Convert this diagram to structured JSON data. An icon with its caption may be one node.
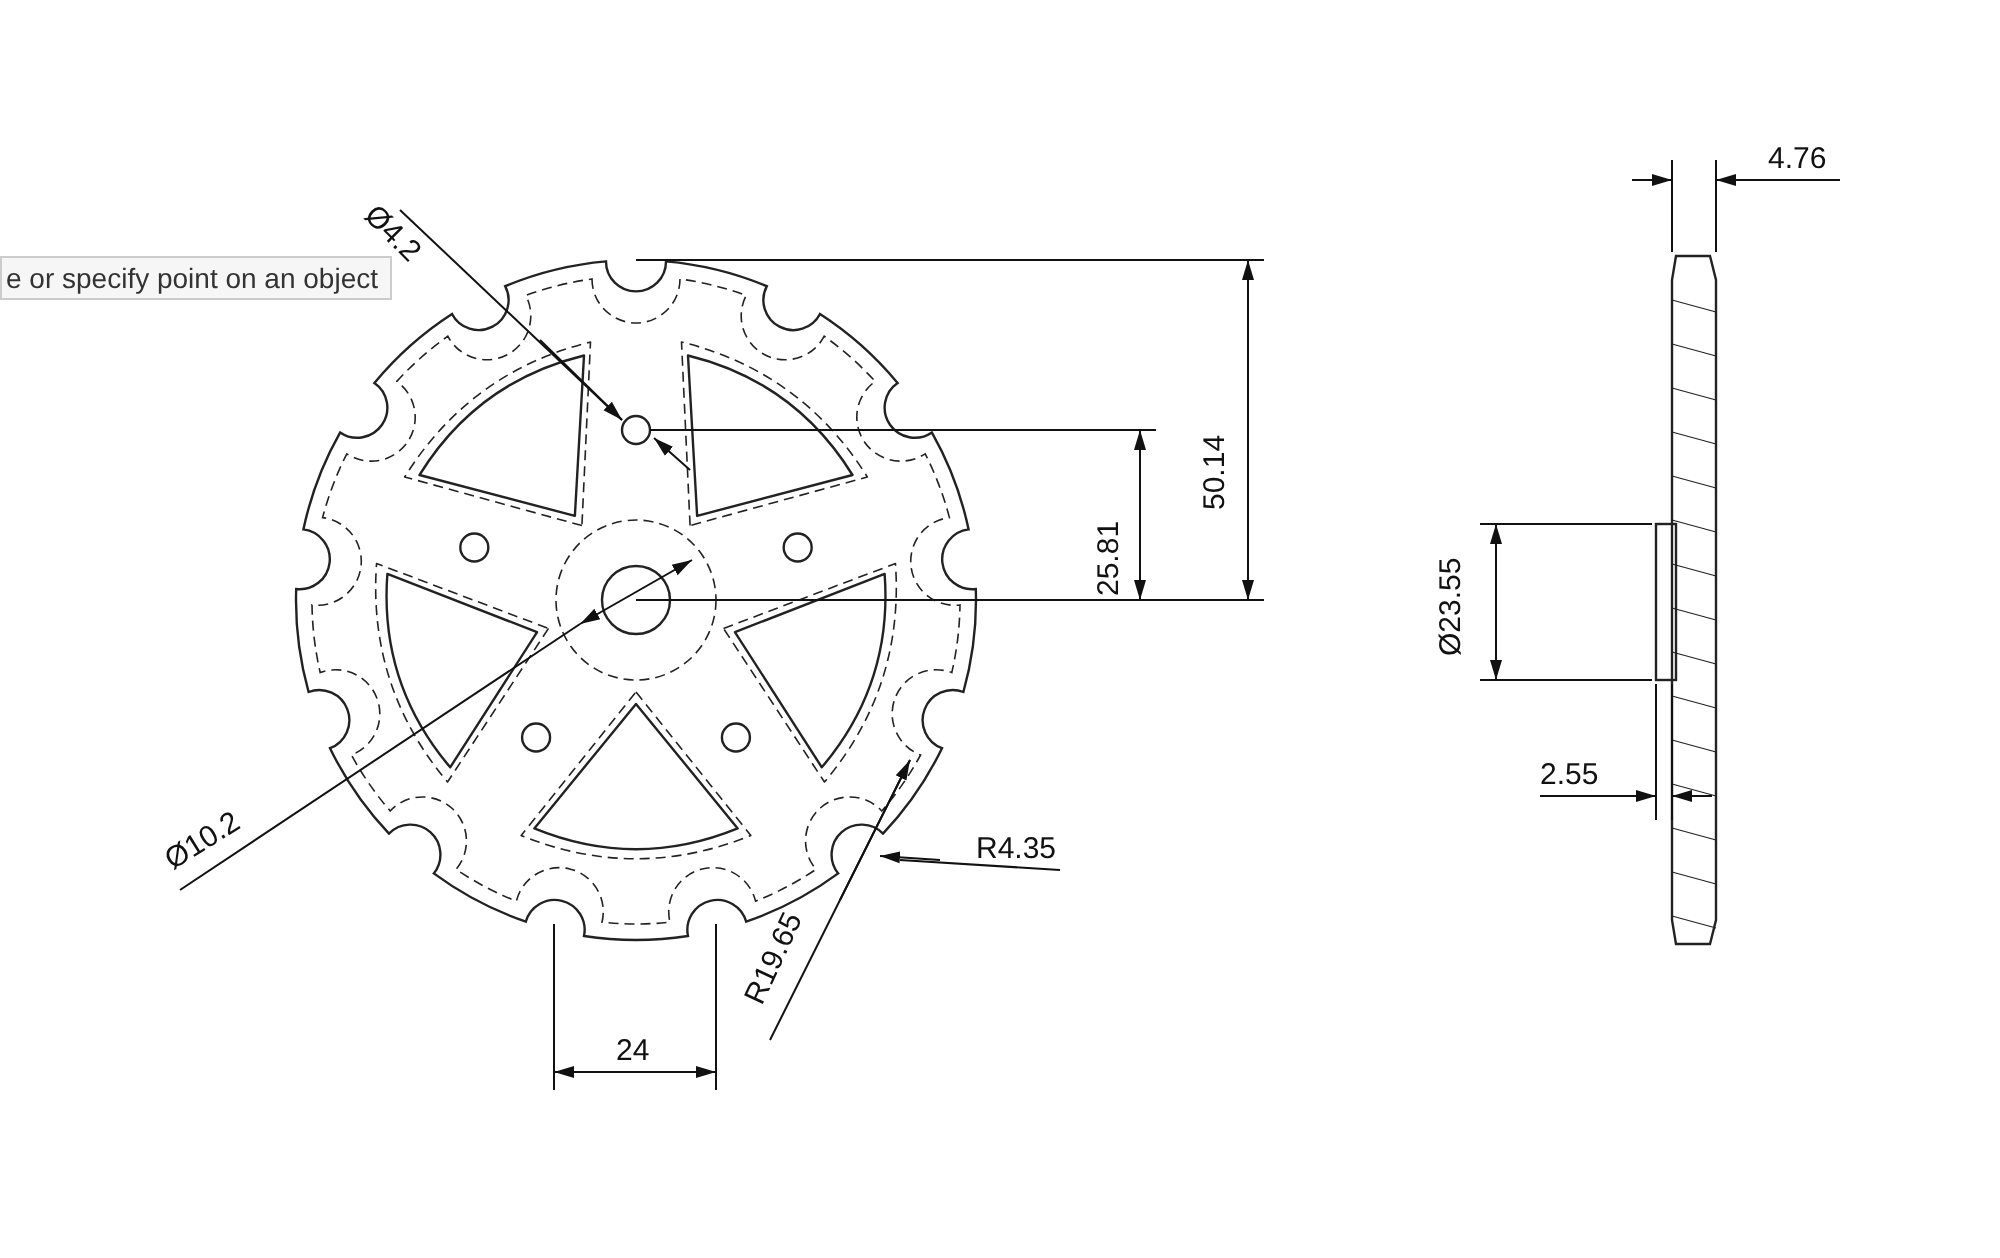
{
  "diagram": {
    "labels": [
      "e or specify point on an object",
      "Ø4.2",
      "50.14",
      "25.81",
      "Ø10.2",
      "R4.35",
      "R19.65",
      "24",
      "4.76",
      "Ø23.55",
      "2.55"
    ]
  }
}
